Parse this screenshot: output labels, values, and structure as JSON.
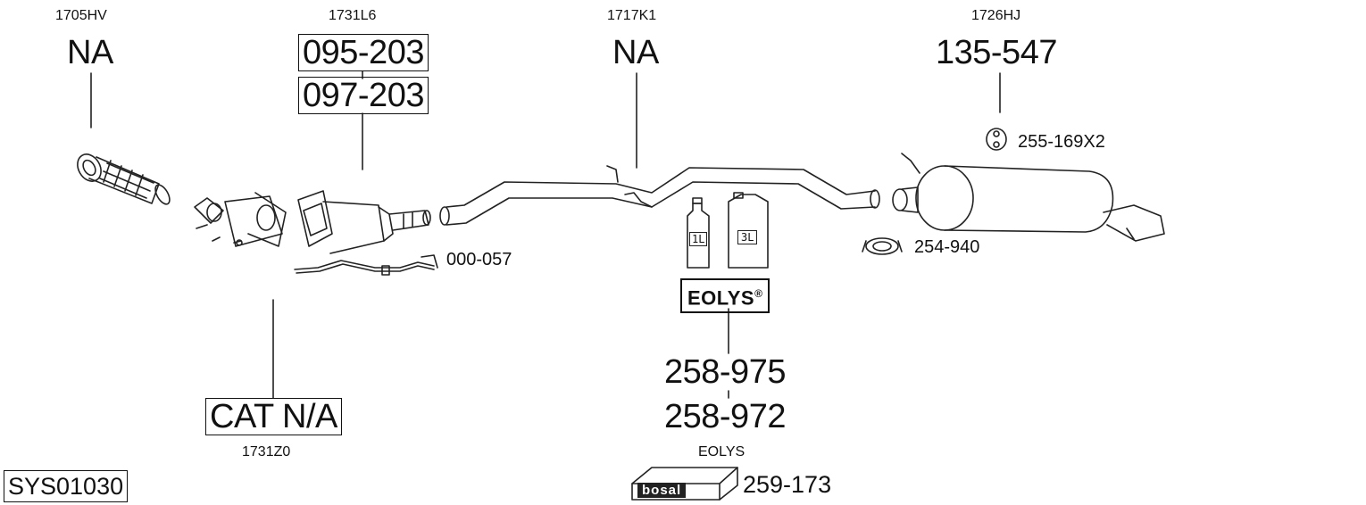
{
  "parts": {
    "p1": {
      "oe": "1705HV",
      "code": "NA"
    },
    "p2": {
      "oe": "1731L6",
      "code_a": "095-203",
      "code_b": "097-203"
    },
    "p3": {
      "oe": "1717K1",
      "code": "NA"
    },
    "p4": {
      "oe": "1726HJ",
      "code": "135-547"
    },
    "cat": {
      "oe": "1731Z0",
      "code": "CAT N/A"
    },
    "eolys": {
      "code_a": "258-975",
      "code_b": "258-972",
      "badge": "EOLYS",
      "badge_mark": "®",
      "can_small": "1L",
      "can_large": "3L"
    },
    "bosal_kit": {
      "oe": "EOLYS",
      "code": "259-173",
      "logo": "bosal"
    }
  },
  "accessories": {
    "sensor": "000-057",
    "rubber_mount": "255-169X2",
    "clamp": "254-940"
  },
  "system_id": "SYS01030"
}
